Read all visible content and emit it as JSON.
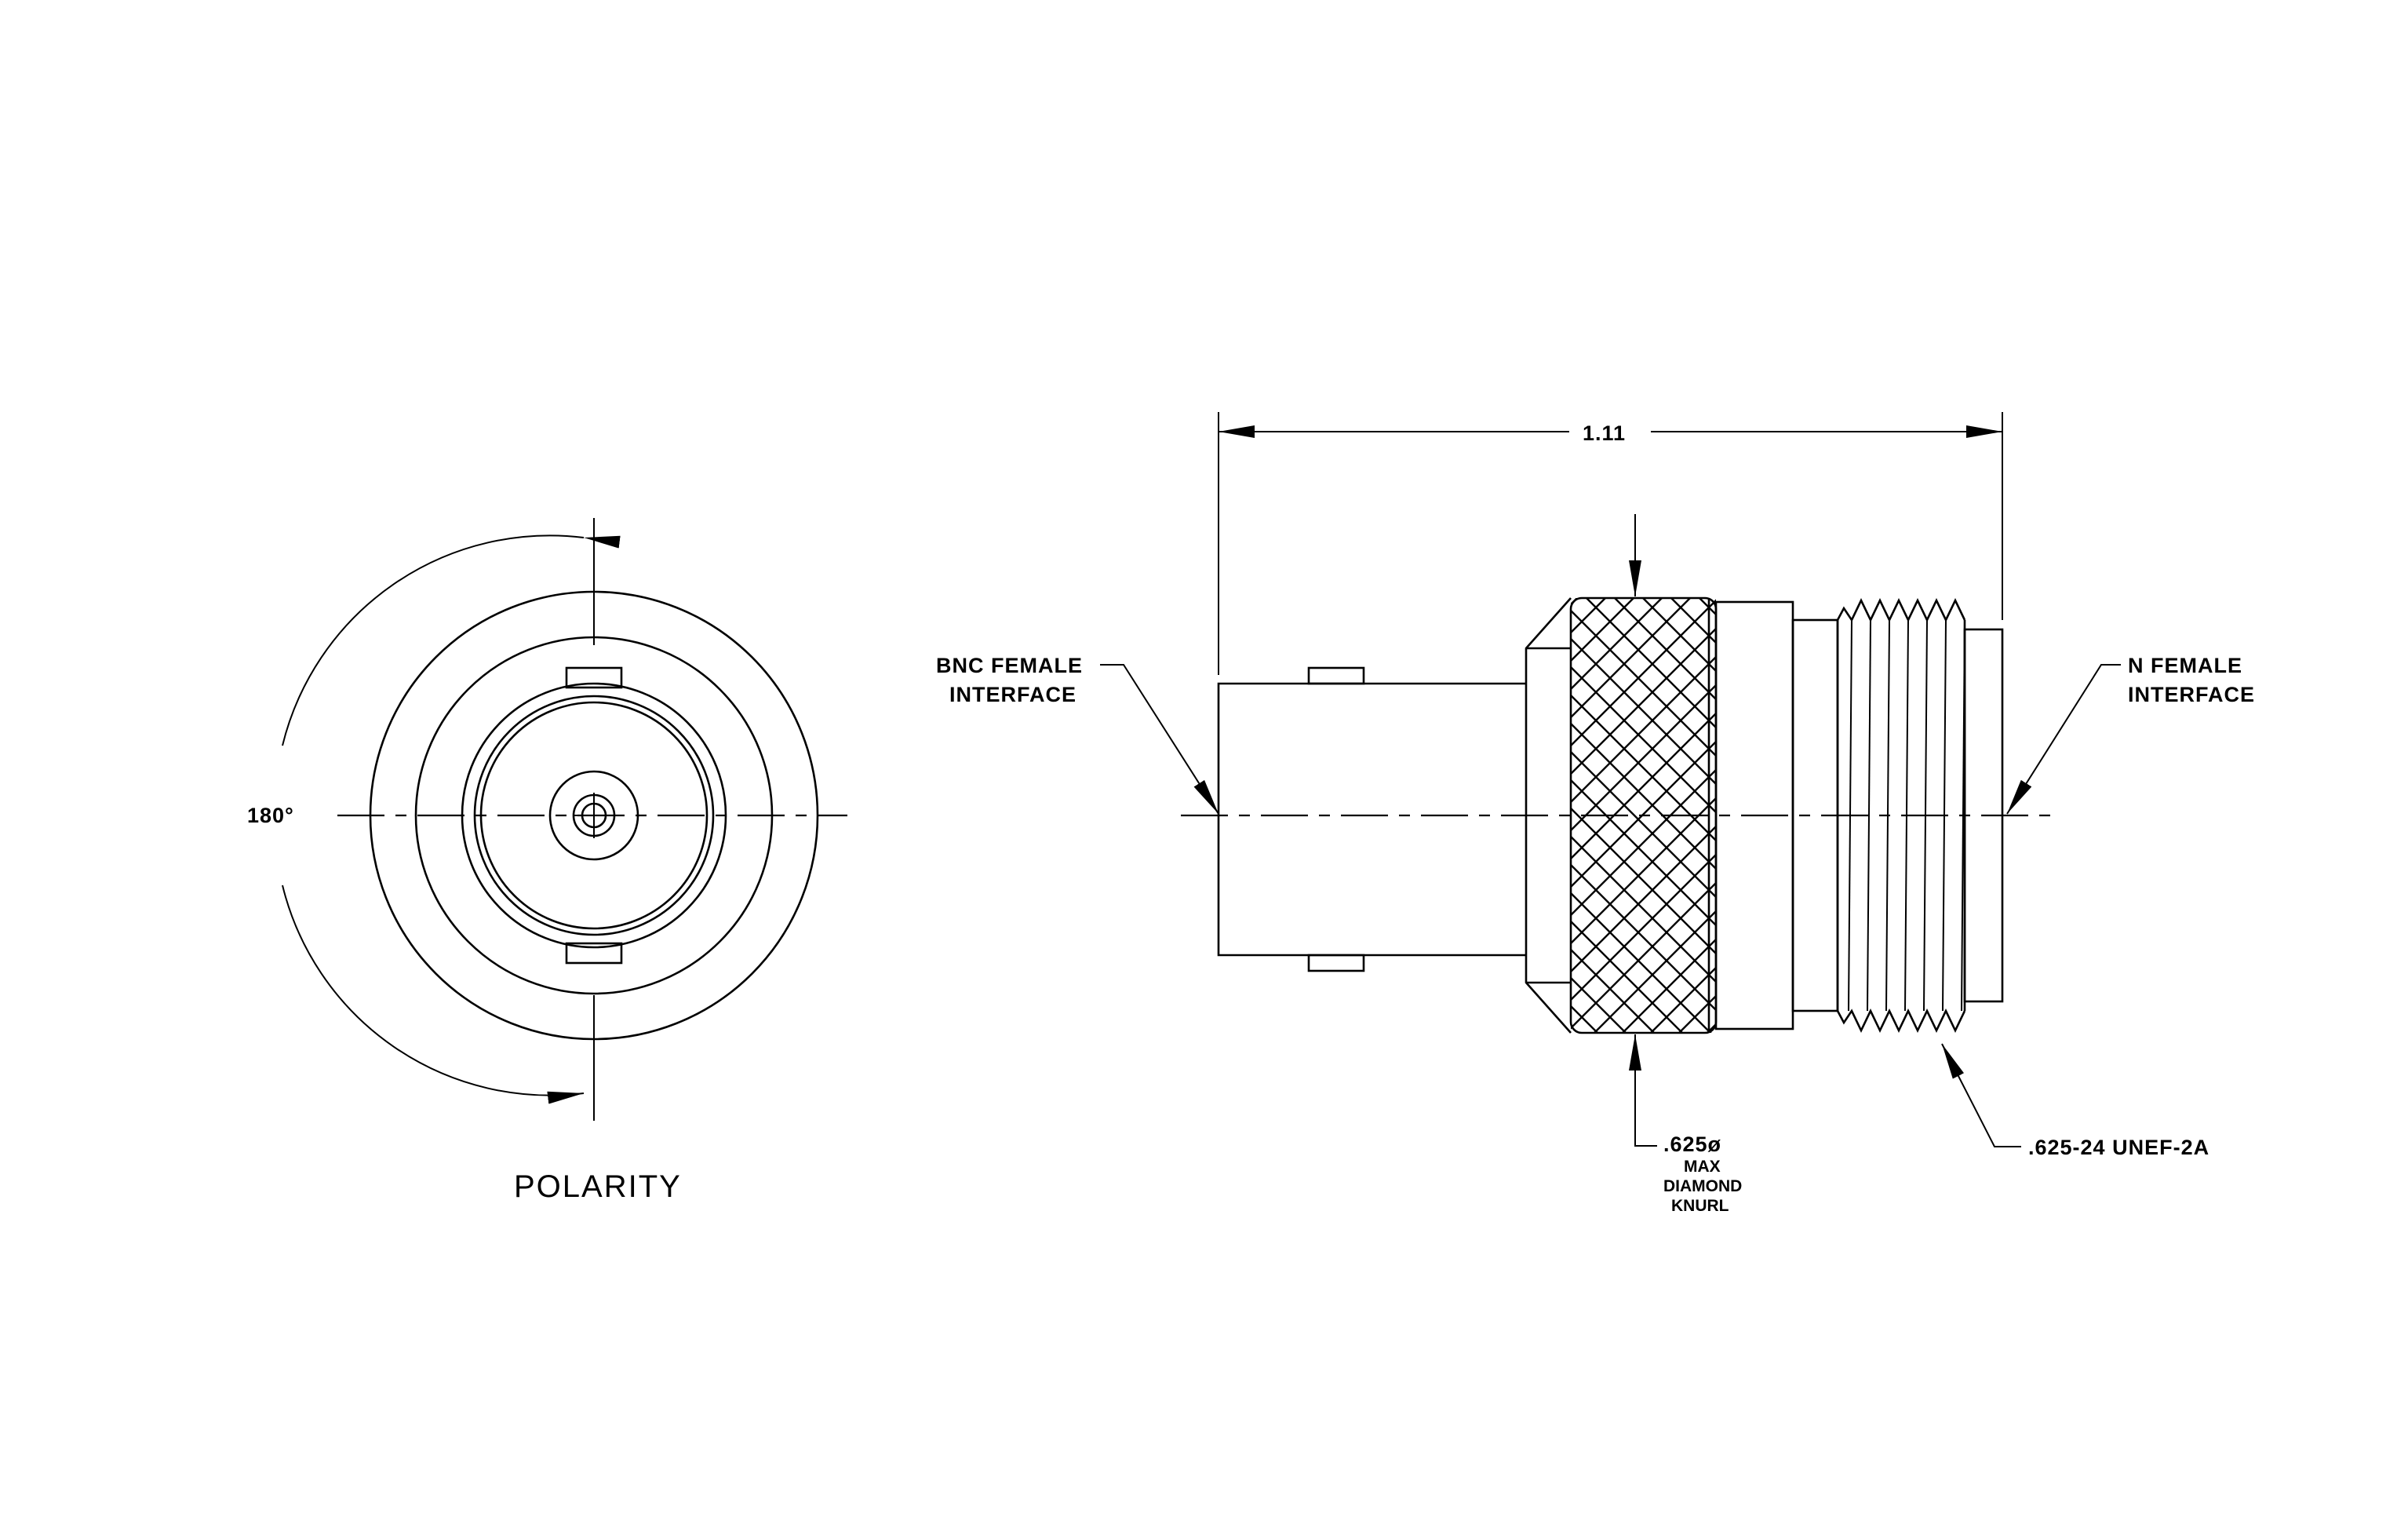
{
  "labels": {
    "angle": "180°",
    "polarity": "POLARITY",
    "overall_length": "1.11",
    "bnc_line1": "BNC FEMALE",
    "bnc_line2": "INTERFACE",
    "n_line1": "N FEMALE",
    "n_line2": "INTERFACE",
    "knurl_dia": ".625ø",
    "knurl_max": "MAX",
    "knurl_diamond": "DIAMOND",
    "knurl_knurl": "KNURL",
    "thread": ".625-24 UNEF-2A"
  }
}
